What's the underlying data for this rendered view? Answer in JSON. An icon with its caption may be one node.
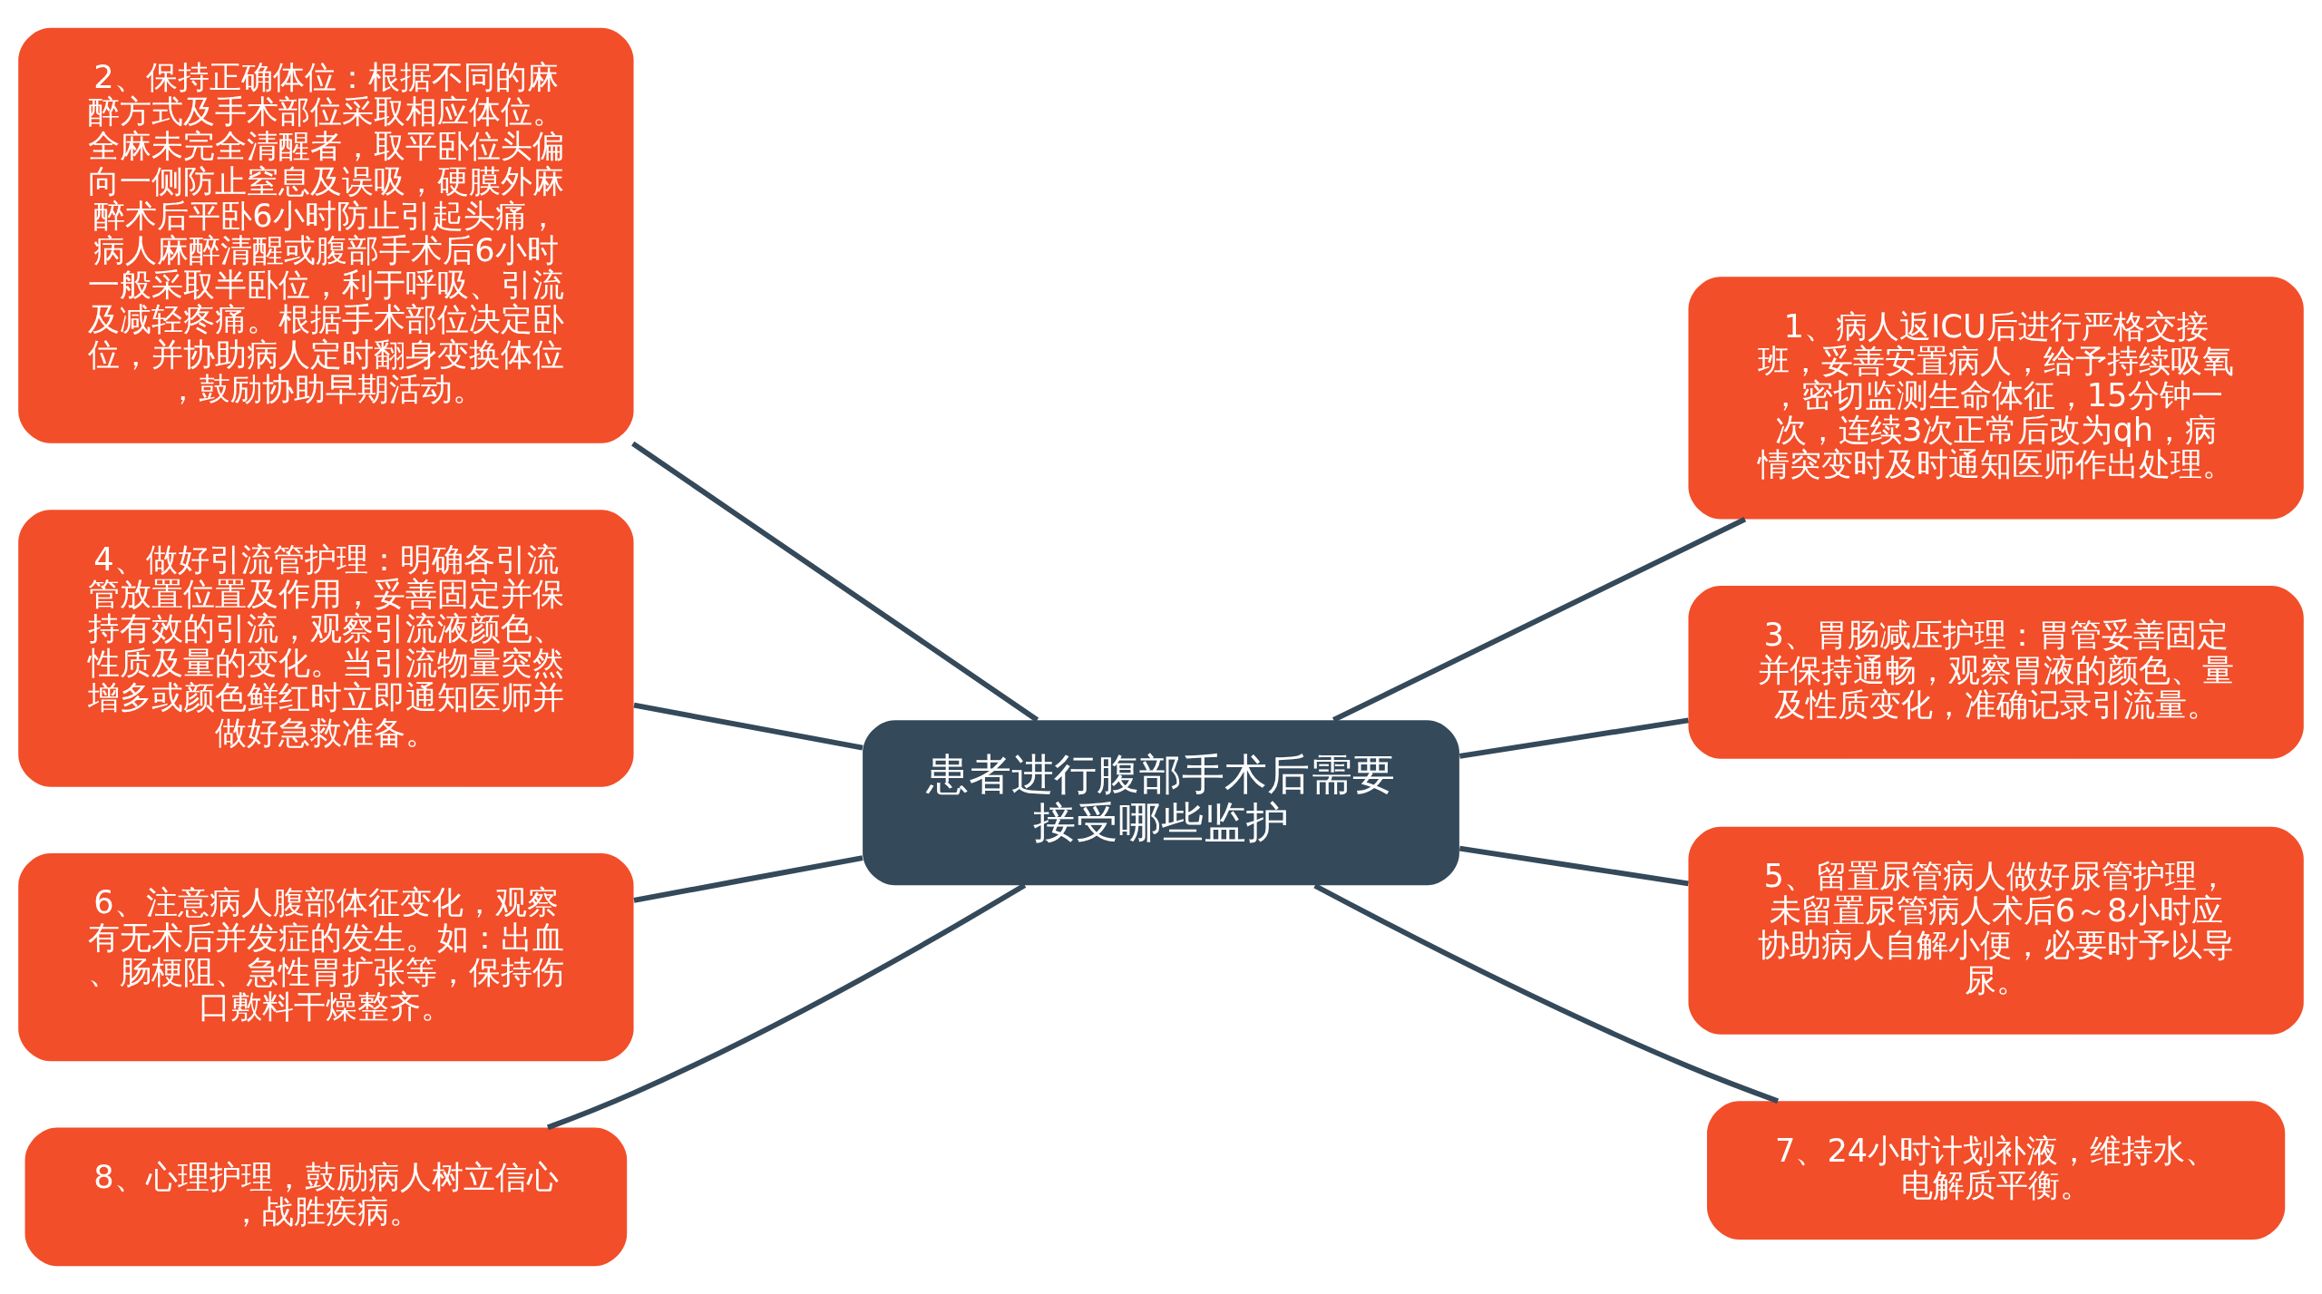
{
  "diagram": {
    "nodes": [
      {
        "text": [
          "患者进行腹部手术后需要接受哪些监护"
        ]
      },
      {
        "text": [
          "1、病人返ICU后进行严格交接班，妥善安置病人，给予持续吸氧，密切监测生命体征，15分钟一次，连续3次正常后改为qh，病情突变时及时通知医师作出处理。"
        ]
      },
      {
        "text": [
          "2、保持正确体位：根据不同的麻醉方式及手术部位采取相应体位。全麻未完全清醒者，取平卧位头偏向一侧防止窒息及误吸，硬膜外麻醉术后平卧6小时防止引起头痛，病人麻醉清醒或腹部手术后6小时一般采取半卧位，利于呼吸、引流及减轻疼痛。根据手术部位决定卧位，并协助病人定时翻身变换体位，鼓励协助早期活动。"
        ]
      },
      {
        "text": [
          "3、胃肠减压护理：胃管妥善固定并保持通畅，观察胃液的颜色、量及性质变化，准确记录引流量。"
        ]
      },
      {
        "text": [
          "4、做好引流管护理：明确各引流管放置位置及作用，妥善固定并保持有效的引流，观察引流液颜色、性质及量的变化。当引流物量突然增多或颜色鲜红时立即通知医师并做好急救准备。"
        ]
      },
      {
        "text": [
          "5、留置尿管病人做好尿管护理，未留置尿管病人术后6～8小时应协助病人自解小便，必要时予以导尿。"
        ]
      },
      {
        "text": [
          "6、注意病人腹部体征变化，观察有无术后并发症的发生。如：出血、肠梗阻、急性胃扩张等，保持伤口敷料干燥整齐。"
        ]
      },
      {
        "text": [
          "7、24小时计划补液，维持水、电解质平衡。"
        ]
      },
      {
        "text": [
          "8、心理护理，鼓励病人树立信心，战胜疾病。"
        ]
      }
    ],
    "edges": [
      {
        "from": 0,
        "to": 1,
        "arrow": "none"
      },
      {
        "from": 0,
        "to": 2,
        "arrow": "none"
      },
      {
        "from": 0,
        "to": 3,
        "arrow": "none"
      },
      {
        "from": 0,
        "to": 4,
        "arrow": "none"
      },
      {
        "from": 0,
        "to": 5,
        "arrow": "none"
      },
      {
        "from": 0,
        "to": 6,
        "arrow": "none"
      },
      {
        "from": 0,
        "to": 7,
        "arrow": "none"
      },
      {
        "from": 0,
        "to": 8,
        "arrow": "none"
      }
    ]
  }
}
